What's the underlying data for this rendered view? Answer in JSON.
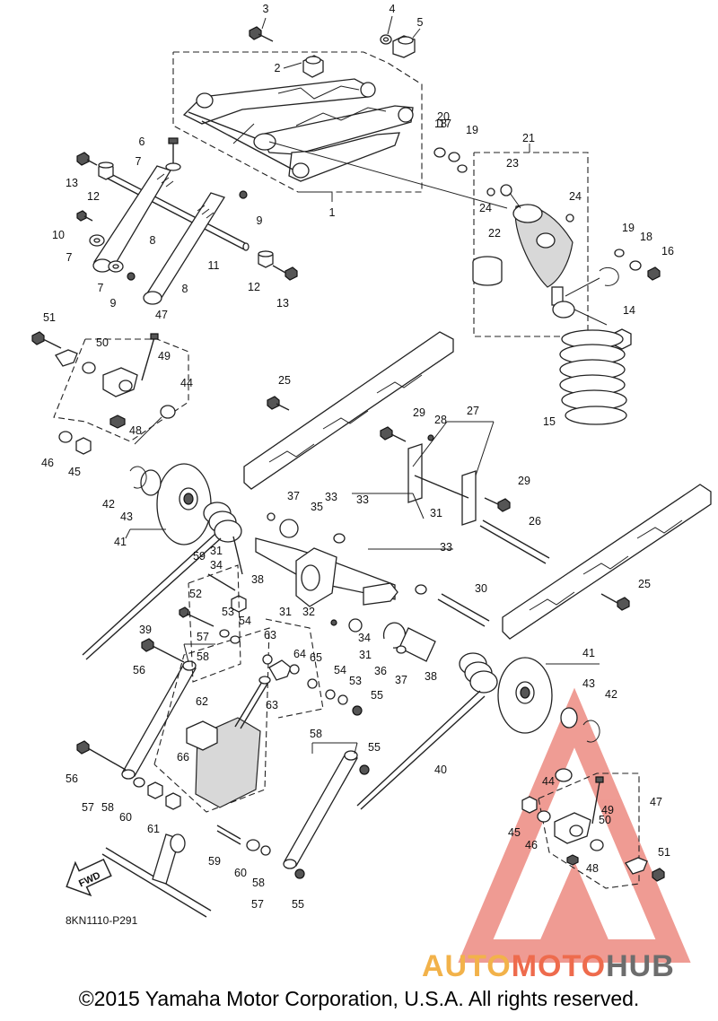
{
  "diagram": {
    "code": "8KN1110-P291",
    "fwd_label": "FWD",
    "copyright": "©2015 Yamaha Motor Corporation, U.S.A. All rights reserved.",
    "watermark": {
      "auto": "AUTO",
      "moto": "MOTO",
      "hub": "HUB"
    },
    "callouts": [
      "1",
      "2",
      "3",
      "4",
      "5",
      "6",
      "7",
      "7",
      "7",
      "8",
      "8",
      "9",
      "9",
      "10",
      "11",
      "12",
      "12",
      "13",
      "13",
      "14",
      "15",
      "16",
      "17",
      "18",
      "18",
      "19",
      "19",
      "20",
      "21",
      "22",
      "23",
      "24",
      "24",
      "25",
      "25",
      "26",
      "27",
      "28",
      "29",
      "29",
      "30",
      "31",
      "31",
      "31",
      "31",
      "32",
      "33",
      "33",
      "33",
      "34",
      "34",
      "35",
      "36",
      "37",
      "37",
      "38",
      "38",
      "39",
      "40",
      "41",
      "41",
      "42",
      "42",
      "43",
      "43",
      "44",
      "44",
      "45",
      "45",
      "46",
      "46",
      "47",
      "47",
      "48",
      "48",
      "49",
      "49",
      "50",
      "50",
      "51",
      "51",
      "52",
      "53",
      "53",
      "54",
      "54",
      "55",
      "55",
      "55",
      "56",
      "56",
      "57",
      "57",
      "57",
      "58",
      "58",
      "58",
      "58",
      "59",
      "59",
      "60",
      "60",
      "61",
      "62",
      "63",
      "63",
      "64",
      "65",
      "66"
    ]
  }
}
